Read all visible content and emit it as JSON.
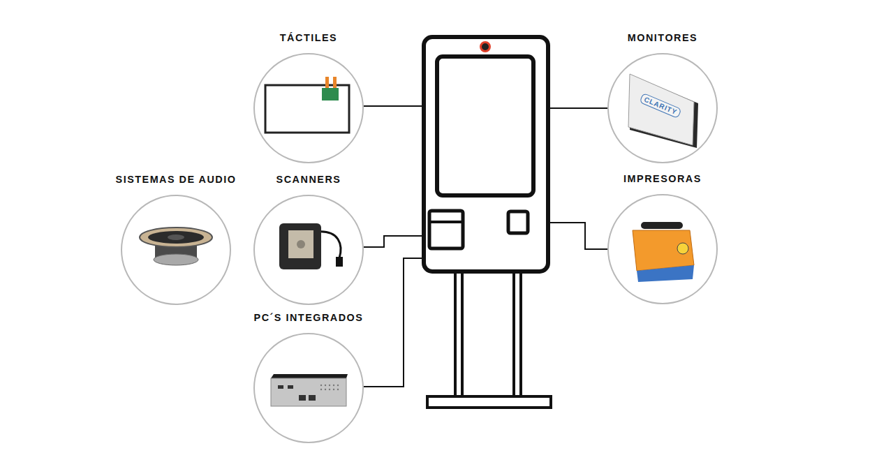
{
  "diagram": {
    "nodes": [
      {
        "text": [
          "TÁCTILES"
        ]
      },
      {
        "text": [
          "MONITORES"
        ]
      },
      {
        "text": [
          "SISTEMAS DE AUDIO"
        ]
      },
      {
        "text": [
          "SCANNERS"
        ]
      },
      {
        "text": [
          "IMPRESORAS"
        ]
      },
      {
        "text": [
          "PC´S INTEGRADOS"
        ]
      }
    ],
    "labels": [
      "CLARITY"
    ]
  }
}
